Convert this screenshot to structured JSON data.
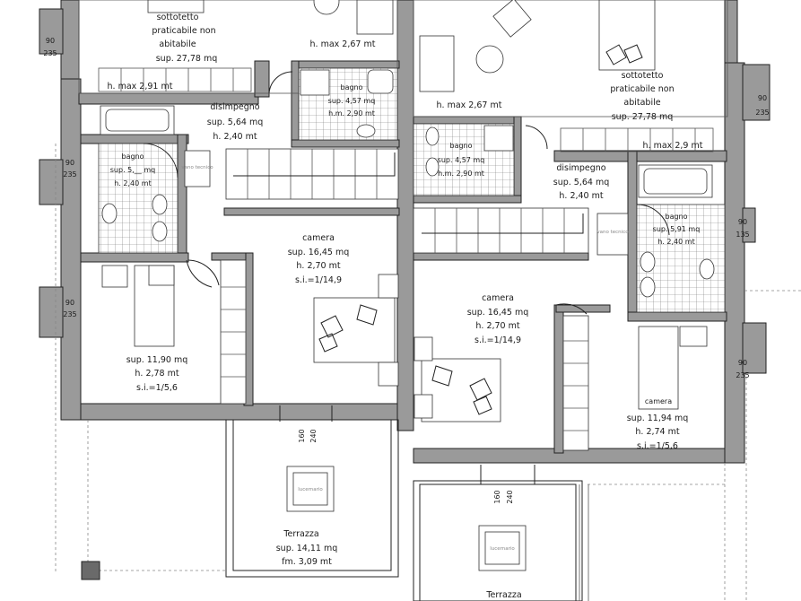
{
  "rooms": {
    "attic_left": {
      "name": "sottotetto",
      "desc1": "praticabile non",
      "desc2": "abitabile",
      "area": "sup. 27,78 mq",
      "hmax": "h. max 2,91 mt",
      "hmax_top": "h. max 2,67 mt"
    },
    "attic_right": {
      "name": "sottotetto",
      "desc1": "praticabile non",
      "desc2": "abitabile",
      "area": "sup. 27,78 mq",
      "hmax": "h. max 2,9 mt",
      "hmax_top": "h. max 2,67 mt"
    },
    "hall_left": {
      "name": "disimpegno",
      "area": "sup. 5,64 mq",
      "height": "h. 2,40 mt"
    },
    "hall_right": {
      "name": "disimpegno",
      "area": "sup. 5,64 mq",
      "height": "h. 2,40 mt"
    },
    "bath_left_small": {
      "name": "bagno",
      "area": "sup. 4,57 mq",
      "height": "h.m. 2,90 mt"
    },
    "bath_left": {
      "name": "bagno",
      "area": "sup. 5,__ mq",
      "height": "h. 2,40 mt"
    },
    "bath_right_small": {
      "name": "bagno",
      "area": "sup. 4,57 mq",
      "height": "h.m. 2,90 mt"
    },
    "bath_right": {
      "name": "bagno",
      "area": "sup. 5,91 mq",
      "height": "h. 2,40 mt"
    },
    "bedroom_left_master": {
      "name": "camera",
      "area": "sup. 16,45 mq",
      "height": "h. 2,70 mt",
      "ratio": "s.i.=1/14,9"
    },
    "bedroom_right_master": {
      "name": "camera",
      "area": "sup. 16,45 mq",
      "height": "h. 2,70 mt",
      "ratio": "s.i.=1/14,9"
    },
    "bedroom_left_single": {
      "area": "sup. 11,90 mq",
      "height": "h. 2,78 mt",
      "ratio": "s.i.=1/5,6"
    },
    "bedroom_right_single": {
      "name": "camera",
      "area": "sup. 11,94 mq",
      "height": "h. 2,74 mt",
      "ratio": "s.i.=1/5,6"
    },
    "terrace_left": {
      "name": "Terrazza",
      "area": "sup. 14,11 mq",
      "fm": "fm. 3,09 mt"
    },
    "terrace_right": {
      "name": "Terrazza"
    }
  },
  "dimensions": {
    "window_left_1": {
      "w": "90",
      "h": "235"
    },
    "window_left_2": {
      "w": "90",
      "h": "235"
    },
    "window_left_3": {
      "w": "90",
      "h": "235"
    },
    "window_right_1": {
      "w": "90",
      "h": "235"
    },
    "window_right_2": {
      "w": "90",
      "h": "135"
    },
    "window_right_3": {
      "w": "90",
      "h": "235"
    },
    "door_left": {
      "w": "160",
      "h": "240"
    },
    "door_right": {
      "w": "160",
      "h": "240"
    }
  },
  "fixtures": {
    "tech_label_1": "vano tecnico",
    "tech_label_2": "vano tecnico",
    "skylight_1": "lucernario",
    "skylight_2": "lucernario"
  }
}
